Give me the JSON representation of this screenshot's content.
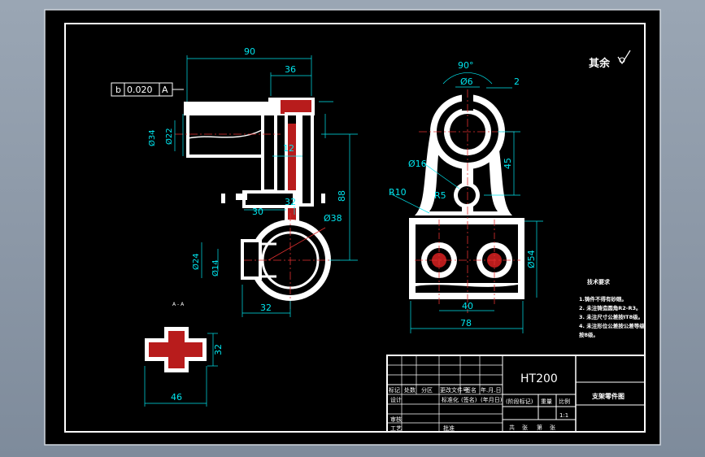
{
  "drawing": {
    "material": "HT200",
    "title": "支架零件图",
    "surface_finish": "其余",
    "section_label": "A - A",
    "scale": "1:1",
    "tolerance_frame": {
      "symbol": "b",
      "value": "0.020",
      "datum": "A"
    }
  },
  "dimensions": {
    "front": [
      "90",
      "36",
      "12",
      "32",
      "30",
      "32",
      "88",
      "Ø38",
      "Ø34",
      "Ø22",
      "Ø24",
      "Ø14"
    ],
    "side": [
      "90°",
      "Ø6",
      "2",
      "45",
      "Ø16",
      "R10",
      "R5",
      "Ø54",
      "40",
      "78"
    ],
    "section": [
      "32",
      "46"
    ]
  },
  "notes": {
    "heading": "技术要求",
    "items": [
      "1.铸件不得有砂眼。",
      "2. 未注铸造圆角R2-R3。",
      "3. 未注尺寸公差按IT8级。",
      "4. 未注形位公差按公差等级",
      "按8级。"
    ]
  },
  "title_block": {
    "cells": [
      "标记",
      "处数",
      "分区",
      "更改文件号",
      "签名",
      "年.月.日",
      "设计",
      "标准化",
      "(签名)",
      "(年月日)",
      "阶段标记",
      "重量",
      "比例",
      "审核",
      "工艺",
      "批准",
      "共",
      "张",
      "第",
      "张",
      "(阶段标记)"
    ]
  }
}
